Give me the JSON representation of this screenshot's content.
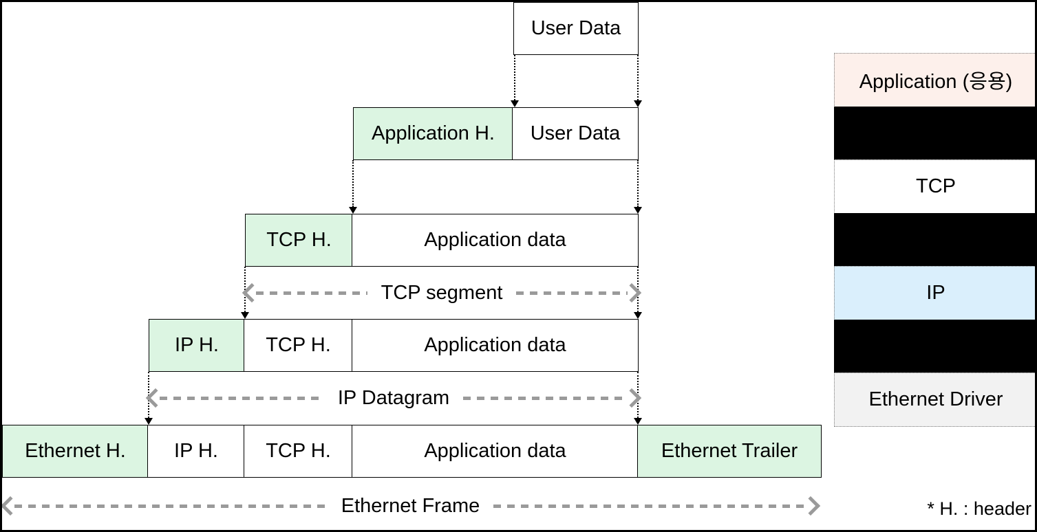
{
  "encapsulation": {
    "rows": [
      {
        "segments": [
          {
            "label": "User Data"
          }
        ]
      },
      {
        "segments": [
          {
            "label": "Application H."
          },
          {
            "label": "User Data"
          }
        ]
      },
      {
        "segments": [
          {
            "label": "TCP H."
          },
          {
            "label": "Application data"
          }
        ]
      },
      {
        "segments": [
          {
            "label": "IP H."
          },
          {
            "label": "TCP H."
          },
          {
            "label": "Application data"
          }
        ]
      },
      {
        "segments": [
          {
            "label": "Ethernet H."
          },
          {
            "label": "IP H."
          },
          {
            "label": "TCP H."
          },
          {
            "label": "Application data"
          },
          {
            "label": "Ethernet Trailer"
          }
        ]
      }
    ],
    "spans": [
      {
        "label": "TCP segment"
      },
      {
        "label": "IP Datagram"
      },
      {
        "label": "Ethernet Frame"
      }
    ]
  },
  "protocol_stack": {
    "layers": [
      {
        "label": "Application (응용)",
        "style": "pink"
      },
      {
        "label": "",
        "style": "black"
      },
      {
        "label": "TCP",
        "style": "white"
      },
      {
        "label": "",
        "style": "black"
      },
      {
        "label": "IP",
        "style": "blue"
      },
      {
        "label": "",
        "style": "black"
      },
      {
        "label": "Ethernet Driver",
        "style": "gray"
      }
    ]
  },
  "footnote": "* H. : header",
  "colors": {
    "header_fill": "#dcf5e2",
    "application_fill": "#fdf0eb",
    "ip_fill": "#daeffc",
    "ethernet_driver_fill": "#f2f2f2",
    "span_arrow": "#9a9a9a",
    "border": "#000000"
  }
}
